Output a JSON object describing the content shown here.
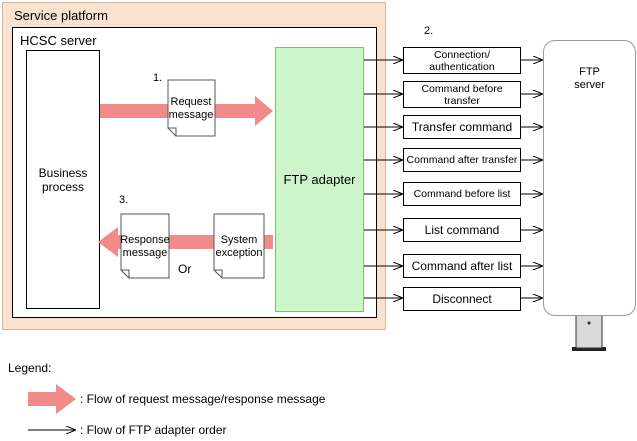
{
  "platform": {
    "title": "Service platform"
  },
  "server": {
    "title": "HCSC server"
  },
  "business_process": {
    "line1": "Business",
    "line2": "process"
  },
  "adapter": {
    "label": "FTP adapter"
  },
  "step1": {
    "num": "1.",
    "doc_line1": "Request",
    "doc_line2": "message"
  },
  "step2": {
    "num": "2."
  },
  "step3": {
    "num": "3.",
    "response_line1": "Response",
    "response_line2": "message",
    "or_label": "Or",
    "exception_line1": "System",
    "exception_line2": "exception"
  },
  "commands": [
    {
      "line1": "Connection/",
      "line2": "authentication"
    },
    {
      "line1": "Command before",
      "line2": "transfer"
    },
    {
      "line1": "Transfer command",
      "line2": ""
    },
    {
      "line1": "Command after transfer",
      "line2": ""
    },
    {
      "line1": "Command before list",
      "line2": ""
    },
    {
      "line1": "List command",
      "line2": ""
    },
    {
      "line1": "Command after list",
      "line2": ""
    },
    {
      "line1": "Disconnect",
      "line2": ""
    }
  ],
  "ftp_server": {
    "line1": "FTP",
    "line2": "server"
  },
  "legend": {
    "title": "Legend:",
    "message_flow": ": Flow of request message/response message",
    "order_flow": ": Flow of FTP adapter order"
  },
  "colors": {
    "platform_bg": "#fbe2cf",
    "adapter_bg": "#cef5c9",
    "message_arrow": "#f28a8a"
  }
}
